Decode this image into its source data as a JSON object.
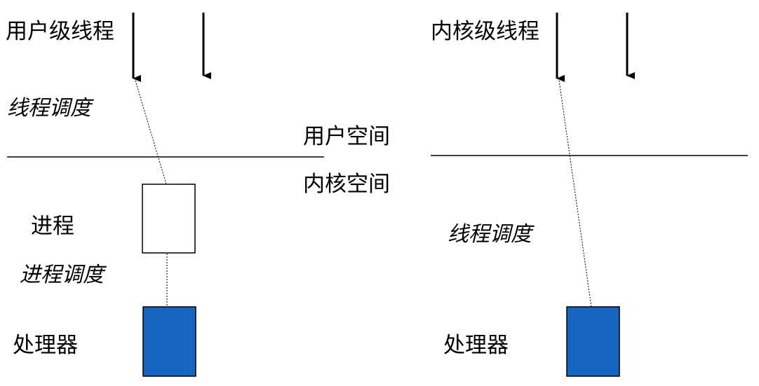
{
  "left": {
    "title": "用户级线程",
    "sched_label": "线程调度",
    "process_label": "进程",
    "process_sched_label": "进程调度",
    "processor_label": "处理器"
  },
  "middle": {
    "user_space": "用户空间",
    "kernel_space": "内核空间"
  },
  "right": {
    "title": "内核级线程",
    "sched_label": "线程调度",
    "processor_label": "处理器"
  },
  "colors": {
    "processor_fill": "#1565c0",
    "line": "#000000"
  }
}
